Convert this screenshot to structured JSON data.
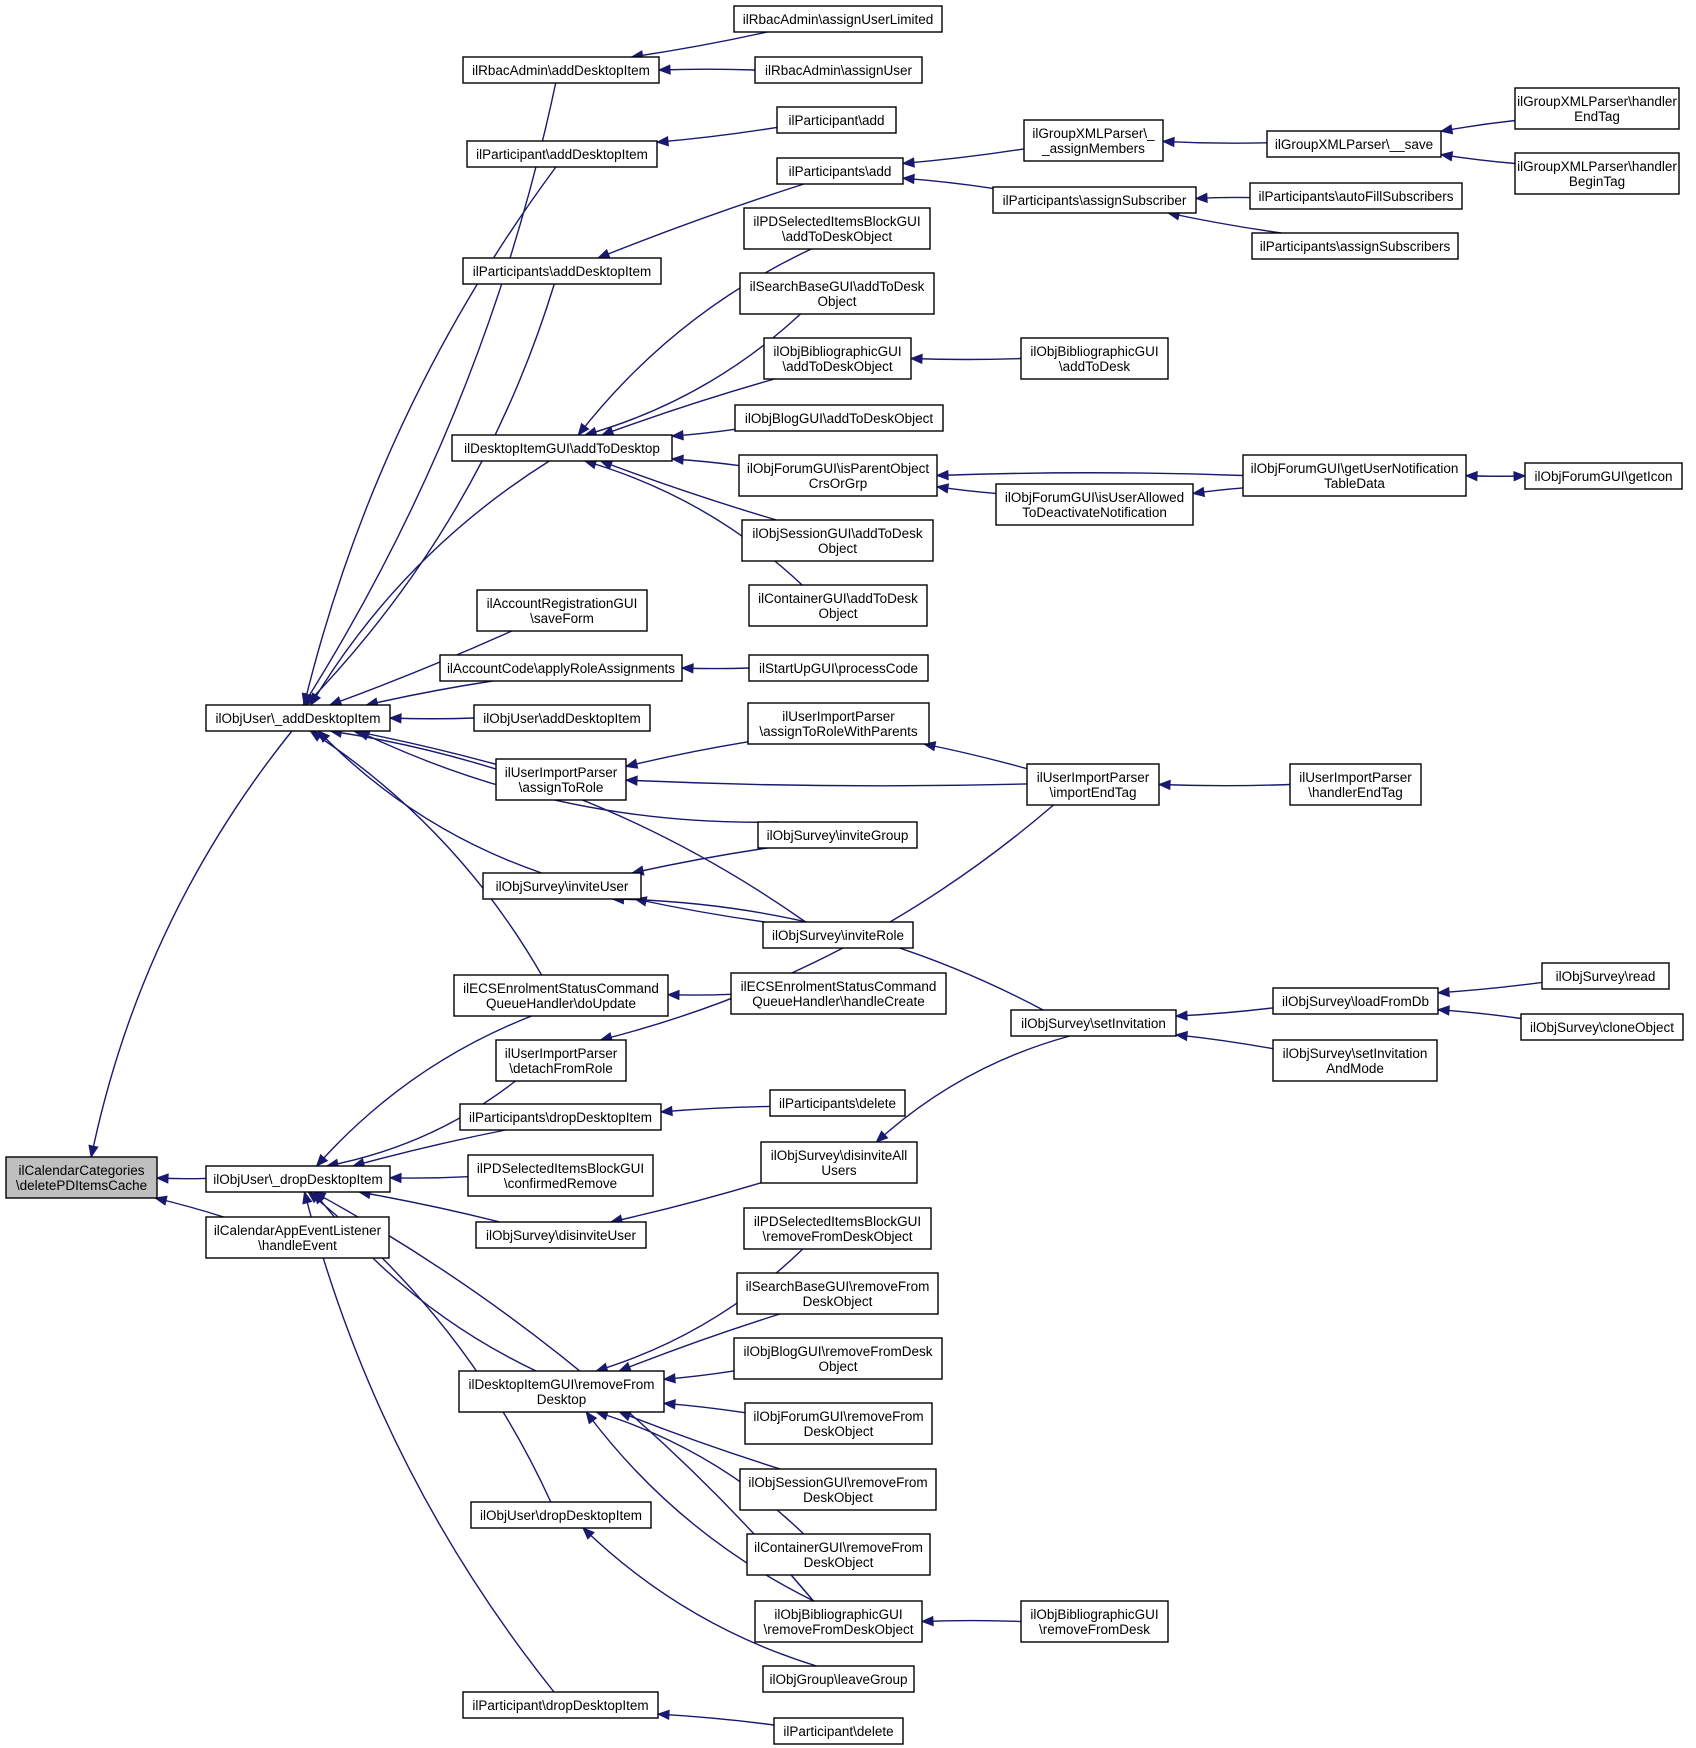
{
  "nodes": [
    {
      "id": "n0",
      "lines": [
        "ilCalendarCategories",
        "\\deletePDItemsCache"
      ],
      "root": true
    },
    {
      "id": "n1",
      "lines": [
        "ilObjUser\\_addDesktopItem"
      ]
    },
    {
      "id": "n2",
      "lines": [
        "ilObjUser\\_dropDesktopItem"
      ]
    },
    {
      "id": "n3",
      "lines": [
        "ilCalendarAppEventListener",
        "\\handleEvent"
      ]
    },
    {
      "id": "n4",
      "lines": [
        "ilRbacAdmin\\addDesktopItem"
      ]
    },
    {
      "id": "n5",
      "lines": [
        "ilParticipant\\addDesktopItem"
      ]
    },
    {
      "id": "n6",
      "lines": [
        "ilParticipants\\addDesktopItem"
      ]
    },
    {
      "id": "n7",
      "lines": [
        "ilDesktopItemGUI\\addToDesktop"
      ]
    },
    {
      "id": "n8",
      "lines": [
        "ilAccountRegistrationGUI",
        "\\saveForm"
      ]
    },
    {
      "id": "n9",
      "lines": [
        "ilAccountCode\\applyRoleAssignments"
      ]
    },
    {
      "id": "n10",
      "lines": [
        "ilObjUser\\addDesktopItem"
      ]
    },
    {
      "id": "n11",
      "lines": [
        "ilUserImportParser",
        "\\assignToRole"
      ]
    },
    {
      "id": "n12",
      "lines": [
        "ilObjSurvey\\inviteUser"
      ]
    },
    {
      "id": "n13",
      "lines": [
        "ilECSEnrolmentStatusCommand",
        "QueueHandler\\doUpdate"
      ]
    },
    {
      "id": "n14",
      "lines": [
        "ilRbacAdmin\\assignUserLimited"
      ]
    },
    {
      "id": "n15",
      "lines": [
        "ilRbacAdmin\\assignUser"
      ]
    },
    {
      "id": "n16",
      "lines": [
        "ilParticipant\\add"
      ]
    },
    {
      "id": "n17",
      "lines": [
        "ilParticipants\\add"
      ]
    },
    {
      "id": "n18",
      "lines": [
        "ilGroupXMLParser\\_",
        "_assignMembers"
      ]
    },
    {
      "id": "n19",
      "lines": [
        "ilGroupXMLParser\\__save"
      ]
    },
    {
      "id": "n20",
      "lines": [
        "ilGroupXMLParser\\handler",
        "EndTag"
      ]
    },
    {
      "id": "n21",
      "lines": [
        "ilGroupXMLParser\\handler",
        "BeginTag"
      ]
    },
    {
      "id": "n22",
      "lines": [
        "ilParticipants\\assignSubscriber"
      ]
    },
    {
      "id": "n23",
      "lines": [
        "ilParticipants\\autoFillSubscribers"
      ]
    },
    {
      "id": "n24",
      "lines": [
        "ilParticipants\\assignSubscribers"
      ]
    },
    {
      "id": "n25",
      "lines": [
        "ilPDSelectedItemsBlockGUI",
        "\\addToDeskObject"
      ]
    },
    {
      "id": "n26",
      "lines": [
        "ilSearchBaseGUI\\addToDesk",
        "Object"
      ]
    },
    {
      "id": "n27",
      "lines": [
        "ilObjBibliographicGUI",
        "\\addToDeskObject"
      ]
    },
    {
      "id": "n28",
      "lines": [
        "ilObjBibliographicGUI",
        "\\addToDesk"
      ]
    },
    {
      "id": "n29",
      "lines": [
        "ilObjBlogGUI\\addToDeskObject"
      ]
    },
    {
      "id": "n30",
      "lines": [
        "ilObjForumGUI\\isParentObject",
        "CrsOrGrp"
      ]
    },
    {
      "id": "n31",
      "lines": [
        "ilObjForumGUI\\getUserNotification",
        "TableData"
      ]
    },
    {
      "id": "n32",
      "lines": [
        "ilObjForumGUI\\getIcon"
      ]
    },
    {
      "id": "n33",
      "lines": [
        "ilObjForumGUI\\isUserAllowed",
        "ToDeactivateNotification"
      ]
    },
    {
      "id": "n34",
      "lines": [
        "ilObjSessionGUI\\addToDesk",
        "Object"
      ]
    },
    {
      "id": "n35",
      "lines": [
        "ilContainerGUI\\addToDesk",
        "Object"
      ]
    },
    {
      "id": "n36",
      "lines": [
        "ilStartUpGUI\\processCode"
      ]
    },
    {
      "id": "n37",
      "lines": [
        "ilUserImportParser",
        "\\assignToRoleWithParents"
      ]
    },
    {
      "id": "n38",
      "lines": [
        "ilUserImportParser",
        "\\importEndTag"
      ]
    },
    {
      "id": "n39",
      "lines": [
        "ilUserImportParser",
        "\\handlerEndTag"
      ]
    },
    {
      "id": "n40",
      "lines": [
        "ilObjSurvey\\inviteGroup"
      ]
    },
    {
      "id": "n41",
      "lines": [
        "ilObjSurvey\\inviteRole"
      ]
    },
    {
      "id": "n42",
      "lines": [
        "ilObjSurvey\\setInvitation"
      ]
    },
    {
      "id": "n43",
      "lines": [
        "ilObjSurvey\\loadFromDb"
      ]
    },
    {
      "id": "n44",
      "lines": [
        "ilObjSurvey\\read"
      ]
    },
    {
      "id": "n45",
      "lines": [
        "ilObjSurvey\\cloneObject"
      ]
    },
    {
      "id": "n46",
      "lines": [
        "ilObjSurvey\\setInvitation",
        "AndMode"
      ]
    },
    {
      "id": "n47",
      "lines": [
        "ilECSEnrolmentStatusCommand",
        "QueueHandler\\handleCreate"
      ]
    },
    {
      "id": "n48",
      "lines": [
        "ilUserImportParser",
        "\\detachFromRole"
      ]
    },
    {
      "id": "n49",
      "lines": [
        "ilParticipants\\dropDesktopItem"
      ]
    },
    {
      "id": "n50",
      "lines": [
        "ilParticipants\\delete"
      ]
    },
    {
      "id": "n51",
      "lines": [
        "ilPDSelectedItemsBlockGUI",
        "\\confirmedRemove"
      ]
    },
    {
      "id": "n52",
      "lines": [
        "ilObjSurvey\\disinviteUser"
      ]
    },
    {
      "id": "n53",
      "lines": [
        "ilObjSurvey\\disinviteAll",
        "Users"
      ]
    },
    {
      "id": "n54",
      "lines": [
        "ilDesktopItemGUI\\removeFrom",
        "Desktop"
      ]
    },
    {
      "id": "n55",
      "lines": [
        "ilPDSelectedItemsBlockGUI",
        "\\removeFromDeskObject"
      ]
    },
    {
      "id": "n56",
      "lines": [
        "ilSearchBaseGUI\\removeFrom",
        "DeskObject"
      ]
    },
    {
      "id": "n57",
      "lines": [
        "ilObjBlogGUI\\removeFromDesk",
        "Object"
      ]
    },
    {
      "id": "n58",
      "lines": [
        "ilObjForumGUI\\removeFrom",
        "DeskObject"
      ]
    },
    {
      "id": "n59",
      "lines": [
        "ilObjSessionGUI\\removeFrom",
        "DeskObject"
      ]
    },
    {
      "id": "n60",
      "lines": [
        "ilContainerGUI\\removeFrom",
        "DeskObject"
      ]
    },
    {
      "id": "n61",
      "lines": [
        "ilObjBibliographicGUI",
        "\\removeFromDeskObject"
      ]
    },
    {
      "id": "n62",
      "lines": [
        "ilObjBibliographicGUI",
        "\\removeFromDesk"
      ]
    },
    {
      "id": "n63",
      "lines": [
        "ilObjUser\\dropDesktopItem"
      ]
    },
    {
      "id": "n64",
      "lines": [
        "ilObjGroup\\leaveGroup"
      ]
    },
    {
      "id": "n65",
      "lines": [
        "ilParticipant\\dropDesktopItem"
      ]
    },
    {
      "id": "n66",
      "lines": [
        "ilParticipant\\delete"
      ]
    }
  ],
  "edges": [
    [
      "n1",
      "n0"
    ],
    [
      "n2",
      "n0"
    ],
    [
      "n3",
      "n0"
    ],
    [
      "n4",
      "n1"
    ],
    [
      "n5",
      "n1"
    ],
    [
      "n6",
      "n1"
    ],
    [
      "n7",
      "n1"
    ],
    [
      "n8",
      "n1"
    ],
    [
      "n9",
      "n1"
    ],
    [
      "n10",
      "n1"
    ],
    [
      "n11",
      "n1"
    ],
    [
      "n12",
      "n1"
    ],
    [
      "n13",
      "n1"
    ],
    [
      "n40",
      "n1"
    ],
    [
      "n41",
      "n1"
    ],
    [
      "n14",
      "n4"
    ],
    [
      "n15",
      "n4"
    ],
    [
      "n16",
      "n5"
    ],
    [
      "n17",
      "n6"
    ],
    [
      "n18",
      "n17"
    ],
    [
      "n22",
      "n17"
    ],
    [
      "n19",
      "n18"
    ],
    [
      "n20",
      "n19"
    ],
    [
      "n21",
      "n19"
    ],
    [
      "n23",
      "n22"
    ],
    [
      "n24",
      "n22"
    ],
    [
      "n25",
      "n7"
    ],
    [
      "n26",
      "n7"
    ],
    [
      "n27",
      "n7"
    ],
    [
      "n29",
      "n7"
    ],
    [
      "n30",
      "n7"
    ],
    [
      "n34",
      "n7"
    ],
    [
      "n35",
      "n7"
    ],
    [
      "n28",
      "n27"
    ],
    [
      "n31",
      "n30"
    ],
    [
      "n33",
      "n30"
    ],
    [
      "n31",
      "n33"
    ],
    [
      "n32",
      "n31"
    ],
    [
      "n31",
      "n32"
    ],
    [
      "n36",
      "n9"
    ],
    [
      "n37",
      "n11"
    ],
    [
      "n38",
      "n11"
    ],
    [
      "n38",
      "n37"
    ],
    [
      "n39",
      "n38"
    ],
    [
      "n40",
      "n12"
    ],
    [
      "n41",
      "n12"
    ],
    [
      "n42",
      "n12"
    ],
    [
      "n43",
      "n42"
    ],
    [
      "n46",
      "n42"
    ],
    [
      "n44",
      "n43"
    ],
    [
      "n45",
      "n43"
    ],
    [
      "n47",
      "n13"
    ],
    [
      "n13",
      "n2"
    ],
    [
      "n48",
      "n2"
    ],
    [
      "n49",
      "n2"
    ],
    [
      "n51",
      "n2"
    ],
    [
      "n52",
      "n2"
    ],
    [
      "n54",
      "n2"
    ],
    [
      "n63",
      "n2"
    ],
    [
      "n65",
      "n2"
    ],
    [
      "n61",
      "n2"
    ],
    [
      "n38",
      "n48"
    ],
    [
      "n50",
      "n49"
    ],
    [
      "n53",
      "n52"
    ],
    [
      "n42",
      "n53"
    ],
    [
      "n55",
      "n54"
    ],
    [
      "n56",
      "n54"
    ],
    [
      "n57",
      "n54"
    ],
    [
      "n58",
      "n54"
    ],
    [
      "n59",
      "n54"
    ],
    [
      "n60",
      "n54"
    ],
    [
      "n61",
      "n54"
    ],
    [
      "n62",
      "n61"
    ],
    [
      "n64",
      "n63"
    ],
    [
      "n66",
      "n65"
    ]
  ]
}
